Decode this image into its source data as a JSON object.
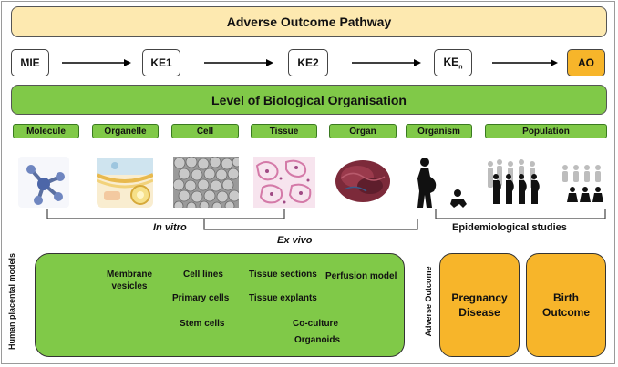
{
  "aop_title": "Adverse Outcome Pathway",
  "pathway": {
    "mie": "MIE",
    "ke1": "KE1",
    "ke2": "KE2",
    "ken_base": "KE",
    "ken_sub": "n",
    "ao": "AO"
  },
  "organisation_title": "Level of Biological Organisation",
  "levels": [
    "Molecule",
    "Organelle",
    "Cell",
    "Tissue",
    "Organ",
    "Organism",
    "Population"
  ],
  "study_labels": {
    "in_vitro": "In vitro",
    "ex_vivo": "Ex vivo",
    "epidemiological": "Epidemiological studies"
  },
  "side_labels": {
    "human_models": "Human placental models",
    "adverse_outcome": "Adverse Outcome"
  },
  "models": {
    "membrane_vesicles": "Membrane vesicles",
    "cell_lines": "Cell lines",
    "primary_cells": "Primary cells",
    "stem_cells": "Stem cells",
    "tissue_sections": "Tissue sections",
    "tissue_explants": "Tissue explants",
    "perfusion_model": "Perfusion model",
    "co_culture": "Co-culture",
    "organoids": "Organoids"
  },
  "outcomes": {
    "pregnancy_disease": "Pregnancy\nDisease",
    "birth_outcome": "Birth\nOutcome"
  },
  "colors": {
    "aop_banner": "#fde9b0",
    "green": "#80c948",
    "orange": "#f7b52a"
  }
}
